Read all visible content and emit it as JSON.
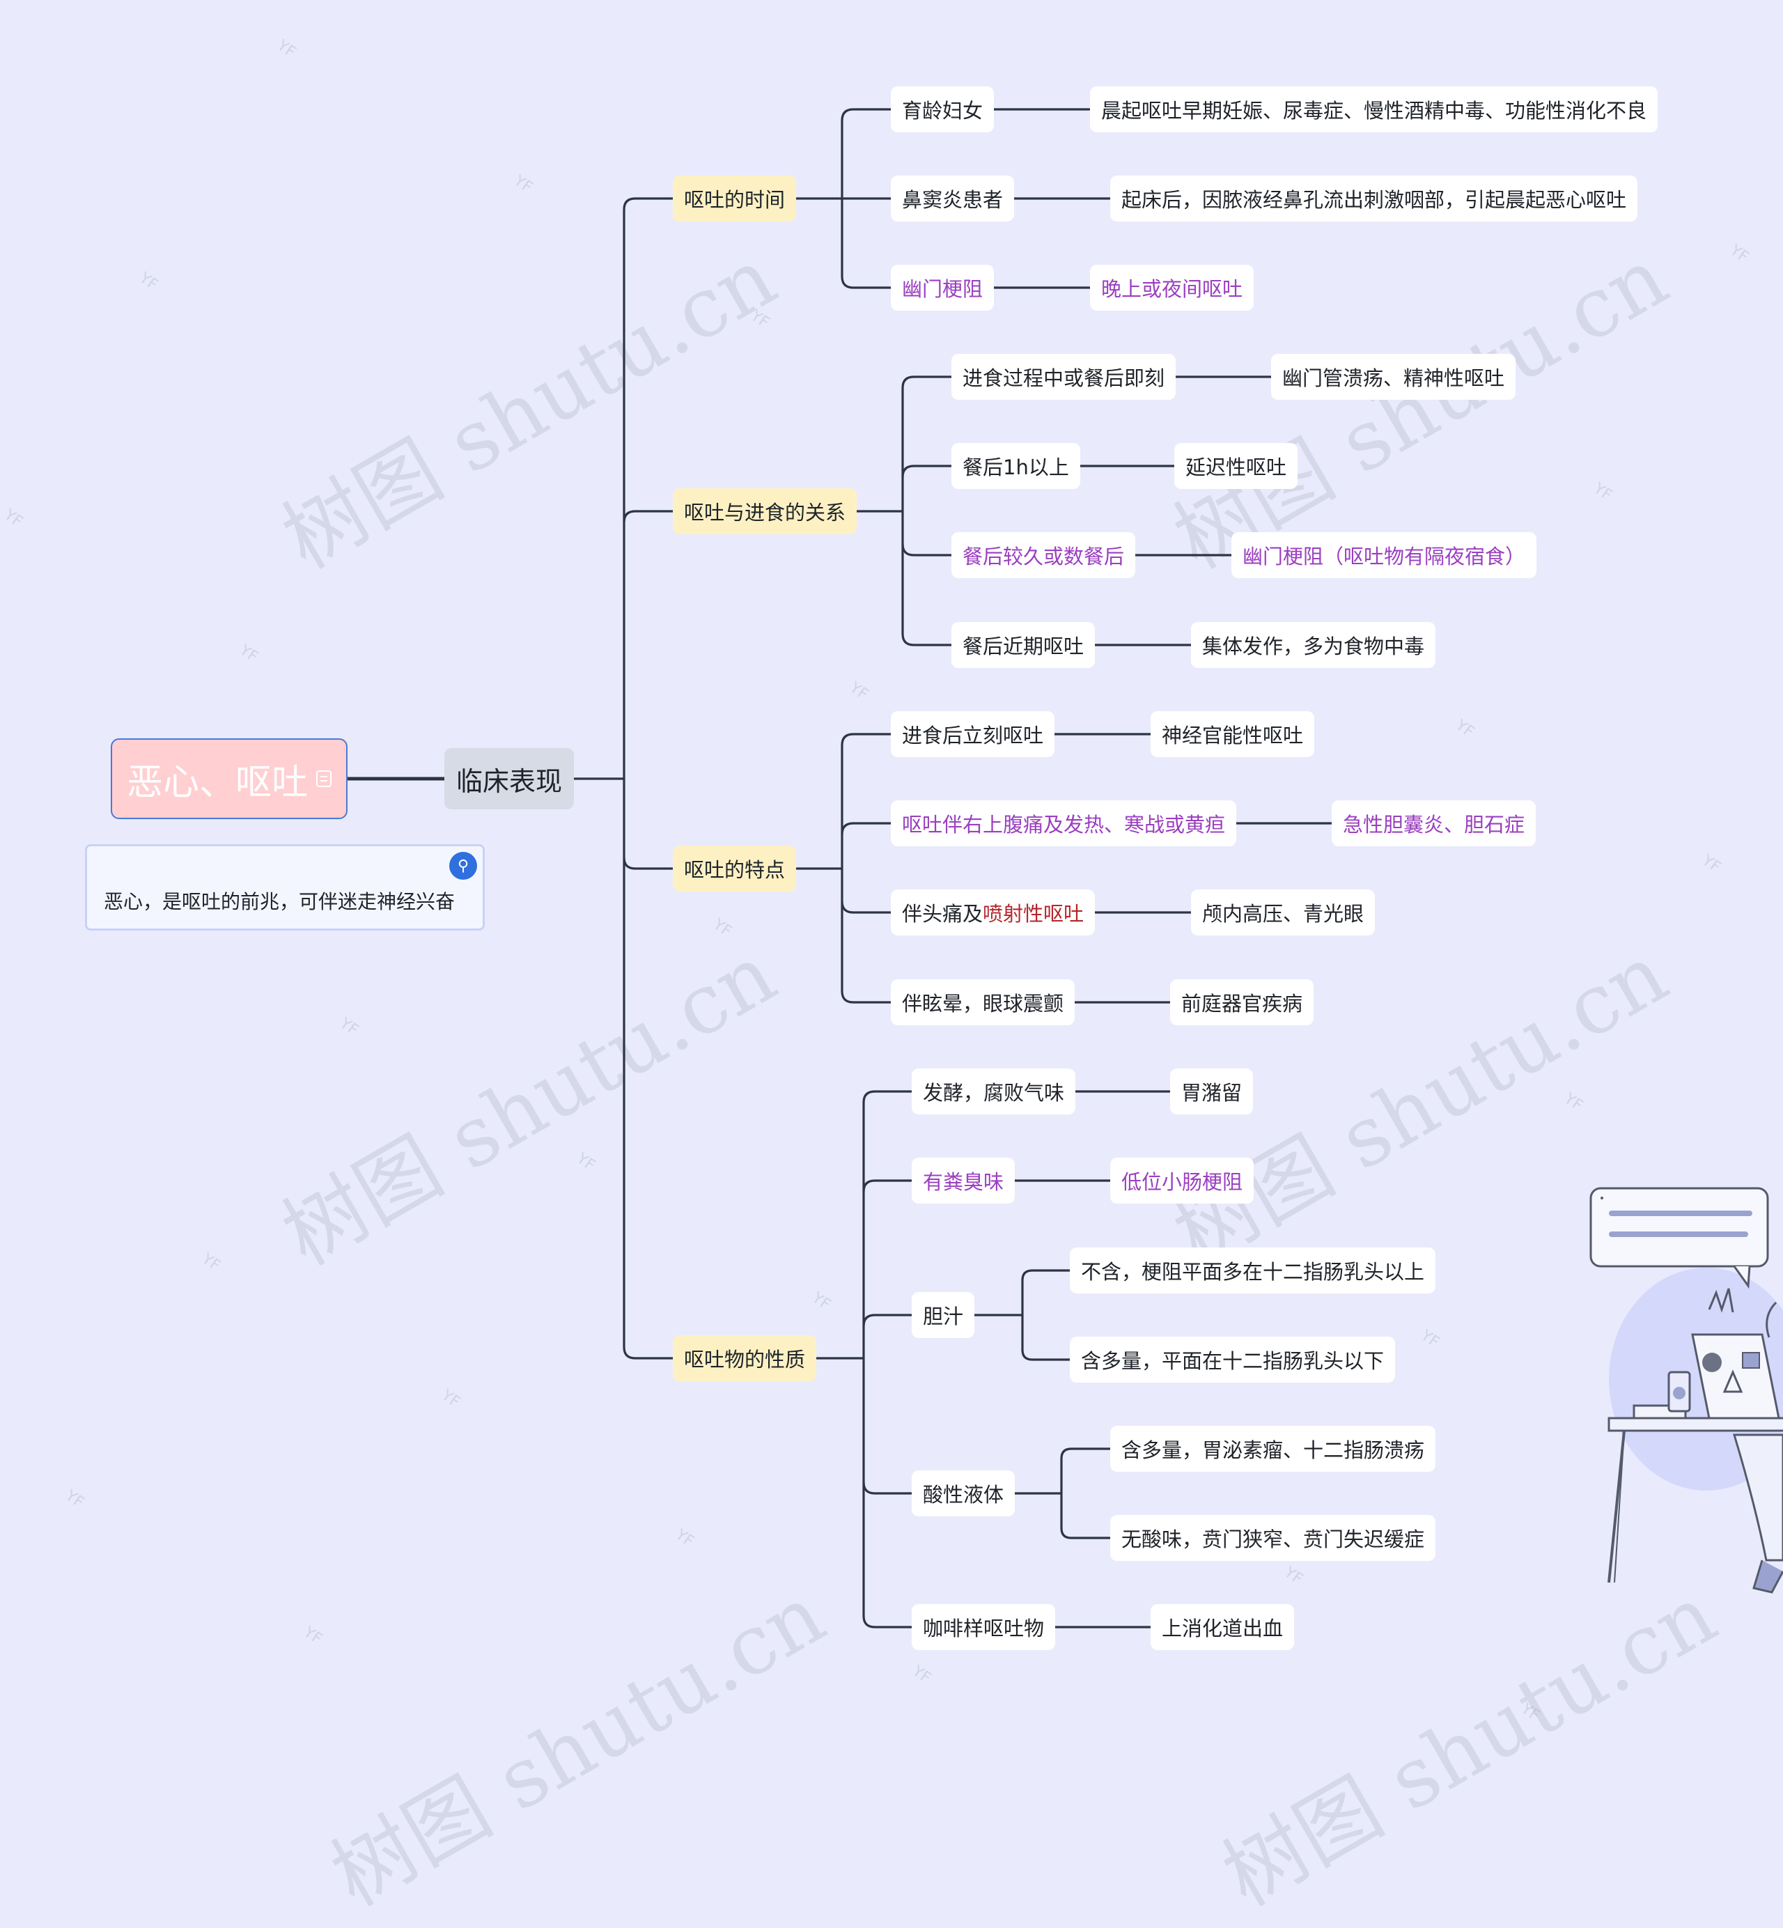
{
  "root": {
    "label": "恶心、呕吐",
    "memo_icon": "memo-icon"
  },
  "note": {
    "text": "恶心，是呕吐的前兆，可伴迷走神经兴奋",
    "icon": "pin-icon"
  },
  "center": {
    "label": "临床表现"
  },
  "watermark": {
    "text": "树图 shutu.cn",
    "small_mark": "YF"
  },
  "colors": {
    "background": "#e9ebfc",
    "root_fill": "#ffcfd1",
    "root_border": "#4a78d8",
    "branch_fill": "#fdf1c4",
    "line": "#2d3542",
    "highlight_purple": "#9b3fc0",
    "highlight_red": "#b3262b"
  },
  "branches": [
    {
      "label": "呕吐的时间",
      "items": [
        {
          "label": "育龄妇女",
          "child": "晨起呕吐早期妊娠、尿毒症、慢性酒精中毒、功能性消化不良"
        },
        {
          "label": "鼻窦炎患者",
          "child": "起床后，因脓液经鼻孔流出刺激咽部，引起晨起恶心呕吐"
        },
        {
          "label": "幽门梗阻",
          "child": "晚上或夜间呕吐",
          "style": "purple"
        }
      ]
    },
    {
      "label": "呕吐与进食的关系",
      "items": [
        {
          "label": "进食过程中或餐后即刻",
          "child": "幽门管溃疡、精神性呕吐"
        },
        {
          "label": "餐后1h以上",
          "child": "延迟性呕吐"
        },
        {
          "label": "餐后较久或数餐后",
          "child": "幽门梗阻（呕吐物有隔夜宿食）",
          "style": "purple"
        },
        {
          "label": "餐后近期呕吐",
          "child": "集体发作，多为食物中毒"
        }
      ]
    },
    {
      "label": "呕吐的特点",
      "items": [
        {
          "label": "进食后立刻呕吐",
          "child": "神经官能性呕吐"
        },
        {
          "label": "呕吐伴右上腹痛及发热、寒战或黄疸",
          "child": "急性胆囊炎、胆石症",
          "style": "purple"
        },
        {
          "label_parts": [
            "伴头痛及",
            "喷射性呕吐"
          ],
          "child": "颅内高压、青光眼"
        },
        {
          "label": "伴眩晕，眼球震颤",
          "child": "前庭器官疾病"
        }
      ]
    },
    {
      "label": "呕吐物的性质",
      "items": [
        {
          "label": "发酵，腐败气味",
          "child": "胃潴留"
        },
        {
          "label": "有粪臭味",
          "child": "低位小肠梗阻",
          "style": "purple"
        },
        {
          "label": "胆汁",
          "children": [
            "不含，梗阻平面多在十二指肠乳头以上",
            "含多量，平面在十二指肠乳头以下"
          ]
        },
        {
          "label": "酸性液体",
          "children": [
            "含多量，胃泌素瘤、十二指肠溃疡",
            "无酸味，贲门狭窄、贲门失迟缓症"
          ]
        },
        {
          "label": "咖啡样呕吐物",
          "child": "上消化道出血"
        }
      ]
    }
  ]
}
